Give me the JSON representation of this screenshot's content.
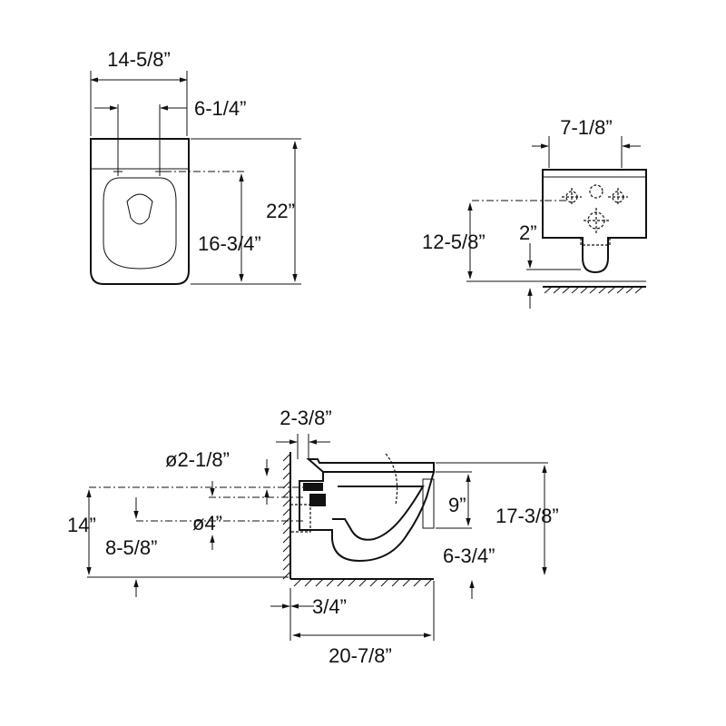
{
  "dimensions": {
    "top_view": {
      "overall_width": "14-5/8”",
      "fixing_centers": "6-1/4”",
      "overall_length": "22”",
      "fixing_to_front": "16-3/4”"
    },
    "front_view": {
      "fixing_spacing": "7-1/8”",
      "fixing_height": "12-5/8”",
      "offset": "2”"
    },
    "side_view": {
      "wall_offset": "2-3/8”",
      "inlet_diameter": "ø2-1/8”",
      "outlet_diameter": "ø4”",
      "inlet_height": "14”",
      "outlet_height": "8-5/8”",
      "seat_to_rim": "9”",
      "overall_height": "17-3/8”",
      "bowl_clearance": "6-3/4”",
      "wall_gap": "3/4”",
      "projection": "20-7/8”"
    }
  }
}
